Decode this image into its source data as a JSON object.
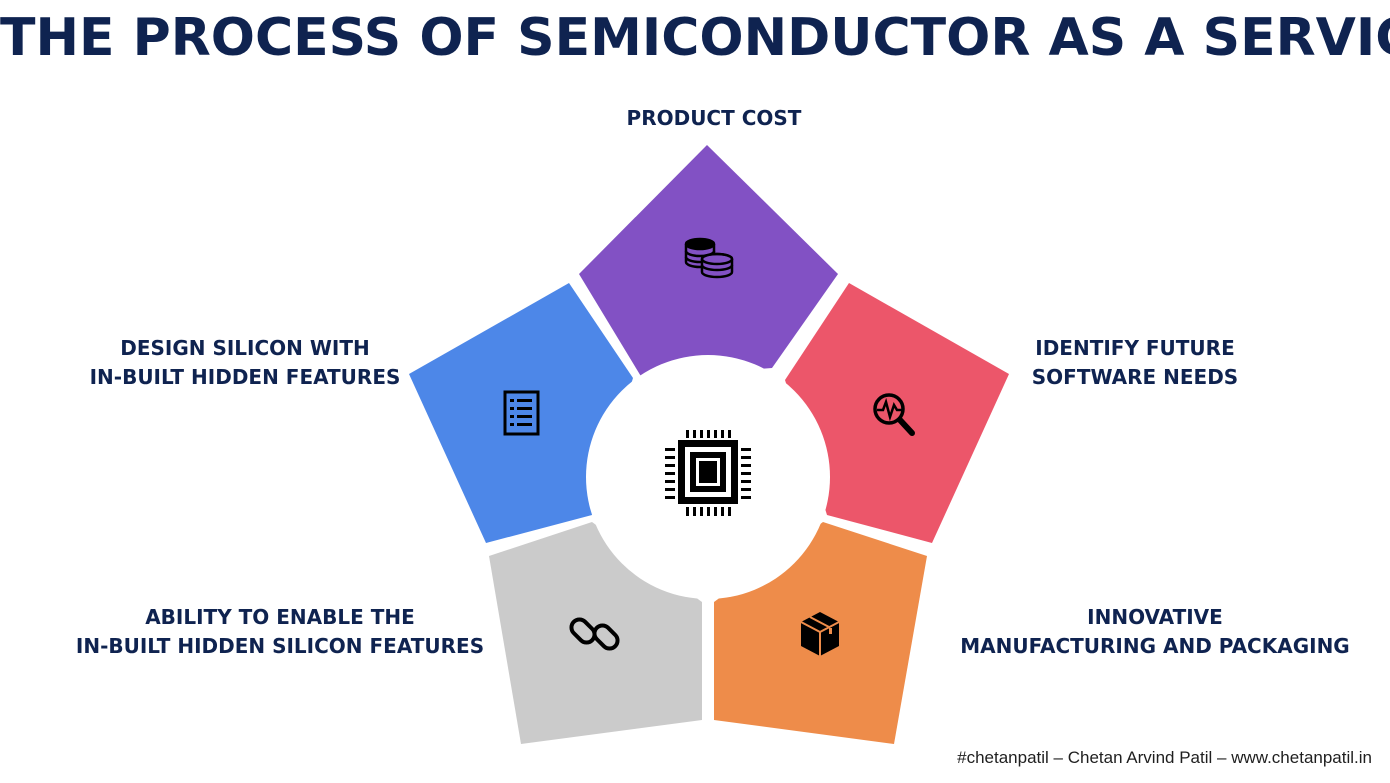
{
  "title": "THE PROCESS OF SEMICONDUCTOR AS A SERVICE",
  "segments": {
    "top": {
      "line1": "PRODUCT COST",
      "color": "#8251c4",
      "icon": "coins-icon"
    },
    "left": {
      "line1": "DESIGN SILICON WITH",
      "line2": "IN-BUILT HIDDEN FEATURES",
      "color": "#4d87e8",
      "icon": "document-list-icon"
    },
    "right": {
      "line1": "IDENTIFY FUTURE",
      "line2": "SOFTWARE NEEDS",
      "color": "#ec566a",
      "icon": "magnifier-pulse-icon"
    },
    "bottom_left": {
      "line1": "ABILITY TO ENABLE THE",
      "line2": "IN-BUILT HIDDEN SILICON FEATURES",
      "color": "#cbcbcb",
      "icon": "link-icon"
    },
    "bottom_right": {
      "line1": "INNOVATIVE",
      "line2": "MANUFACTURING AND PACKAGING",
      "color": "#ee8c4a",
      "icon": "package-box-icon"
    }
  },
  "center": {
    "icon": "cpu-chip-icon"
  },
  "footer": "#chetanpatil – Chetan Arvind Patil – www.chetanpatil.in"
}
